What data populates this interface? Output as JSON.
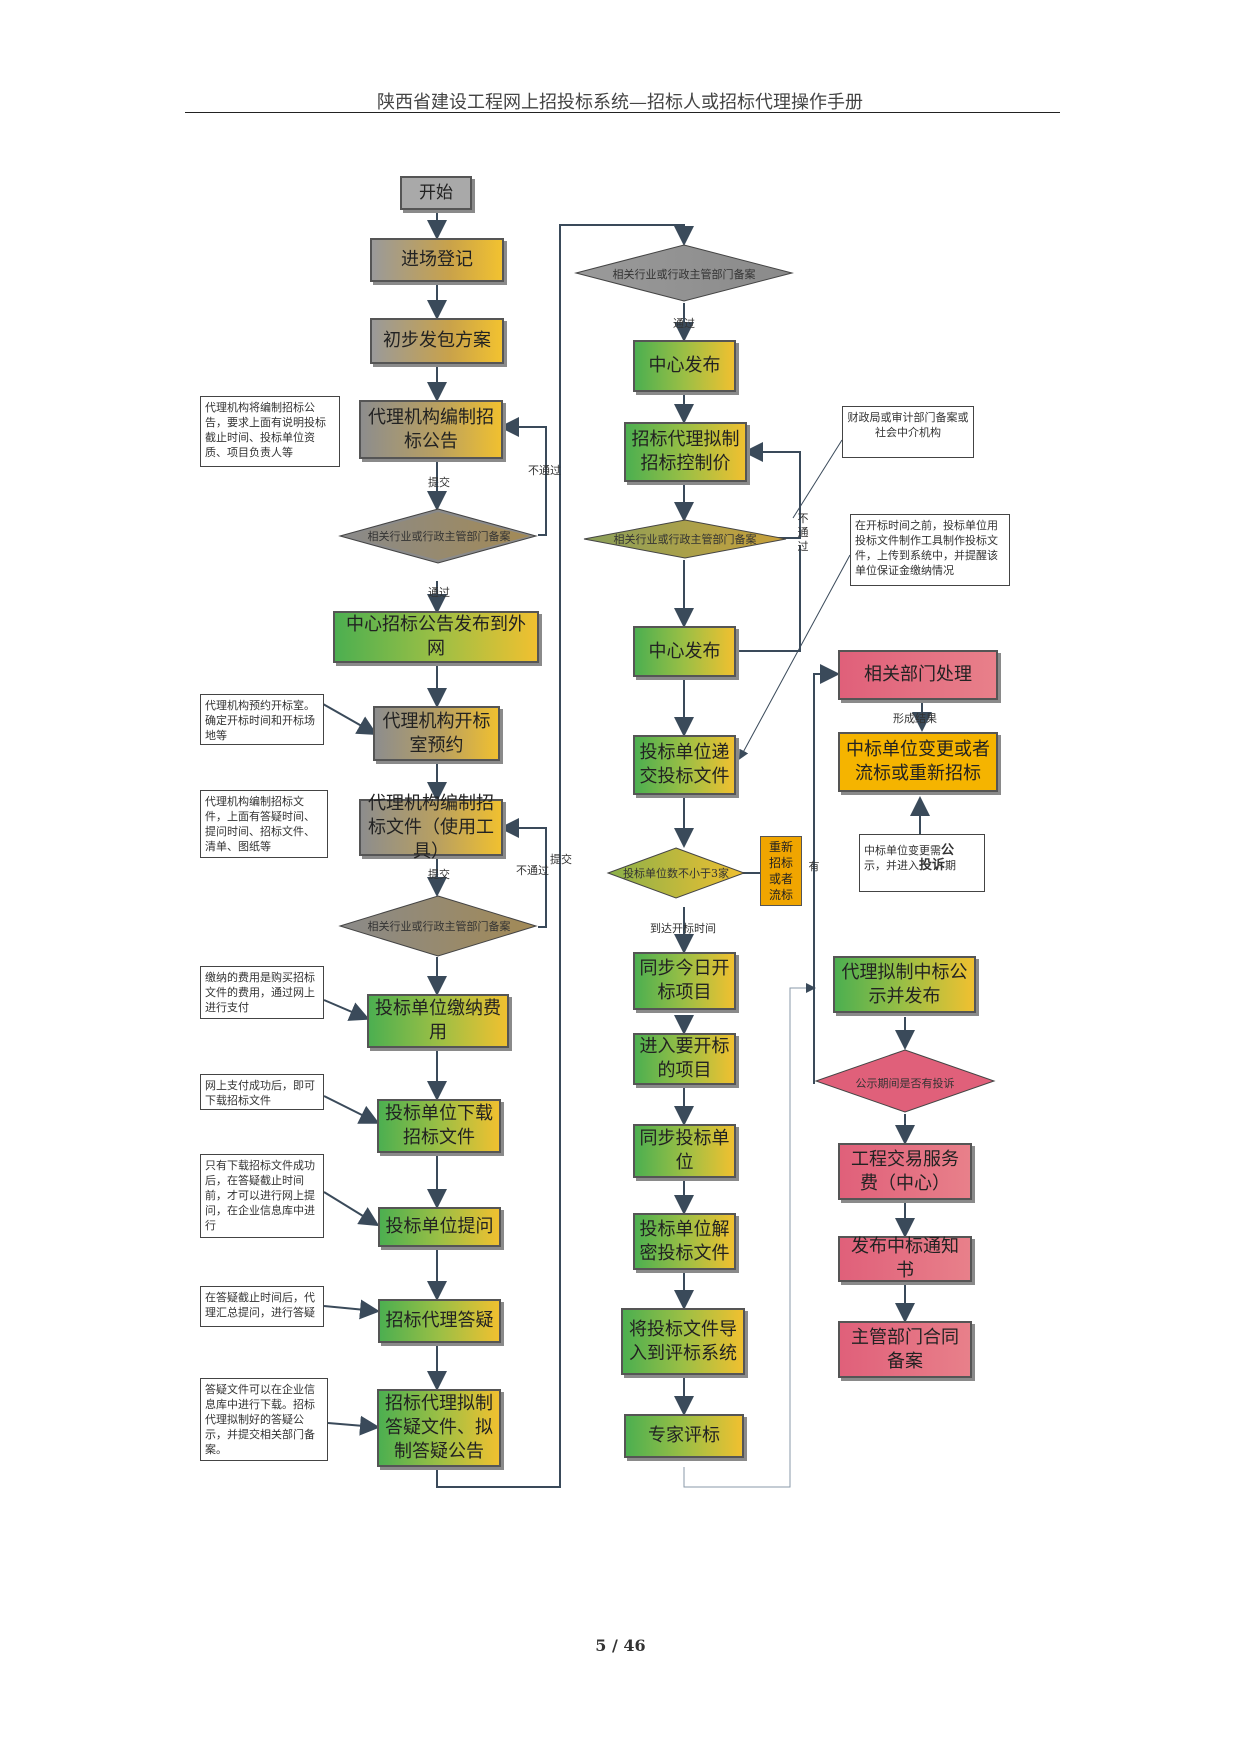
{
  "header": "陕西省建设工程网上招投标系统—招标人或招标代理操作手册",
  "footer": "5 / 46",
  "col1": {
    "start": "开始",
    "n1": "进场登记",
    "n2": "初步发包方案",
    "n3": "代理机构编制招标公告",
    "d1": "相关行业或行政主管部门备案",
    "n4": "中心招标公告发布到外网",
    "n5": "代理机构开标室预约",
    "n6": "代理机构编制招标文件（使用工具）",
    "d2": "相关行业或行政主管部门备案",
    "n7": "投标单位缴纳费用",
    "n8": "投标单位下载招标文件",
    "n9": "投标单位提问",
    "n10": "招标代理答疑",
    "n11": "招标代理拟制答疑文件、拟制答疑公告"
  },
  "col2": {
    "d1": "相关行业或行政主管部门备案",
    "n1": "中心发布",
    "n2": "招标代理拟制招标控制价",
    "d2": "相关行业或行政主管部门备案",
    "n3": "中心发布",
    "n4": "投标单位递交投标文件",
    "d3": "投标单位数不小于3家",
    "side": "重新招标或者流标",
    "n5": "同步今日开标项目",
    "n6": "进入要开标的项目",
    "n7": "同步投标单位",
    "n8": "投标单位解密投标文件",
    "n9": "将投标文件导入到评标系统",
    "n10": "专家评标"
  },
  "col3": {
    "n1": "相关部门处理",
    "n2": "中标单位变更或者流标或重新招标",
    "n3": "代理拟制中标公示并发布",
    "d1": "公示期间是否有投诉",
    "n4": "工程交易服务费（中心）",
    "n5": "发布中标通知书",
    "n6": "主管部门合同备案"
  },
  "notes": {
    "a": "代理机构将编制招标公告，要求上面有说明投标截止时间、投标单位资质、项目负责人等",
    "b": "代理机构预约开标室。确定开标时间和开标场地等",
    "c": "代理机构编制招标文件，上面有答疑时间、提问时间、招标文件、清单、图纸等",
    "d": "缴纳的费用是购买招标文件的费用，通过网上进行支付",
    "e": "网上支付成功后，即可下载招标文件",
    "f": "只有下载招标文件成功后，在答疑截止时间前，才可以进行网上提问，在企业信息库中进行",
    "g": "在答疑截止时间后，代理汇总提问，进行答疑",
    "h": "答疑文件可以在企业信息库中进行下载。招标代理拟制好的答疑公示，并提交相关部门备案。",
    "i": "财政局或审计部门备案或社会中介机构",
    "j": "在开标时间之前，投标单位用投标文件制作工具制作投标文件，上传到系统中，并提醒该单位保证金缴纳情况",
    "k1": "中标单位变更需",
    "k2": "公",
    "k3": "示，并进入",
    "k4": "投诉",
    "k5": "期"
  },
  "labels": {
    "submit1": "提交",
    "reject1": "不通过",
    "pass1": "通过",
    "submit2": "提交",
    "reject2": "不通过",
    "submit3": "提交",
    "pass2": "通过",
    "reject3": "不通过",
    "arrive": "到达开标时间",
    "result": "形成结果",
    "yes": "有"
  },
  "colors": {
    "green": "#4caf50",
    "gold": "#f0c030",
    "red": "#e0607a",
    "orange": "#f5b400",
    "gray": "#9a9a9a"
  }
}
